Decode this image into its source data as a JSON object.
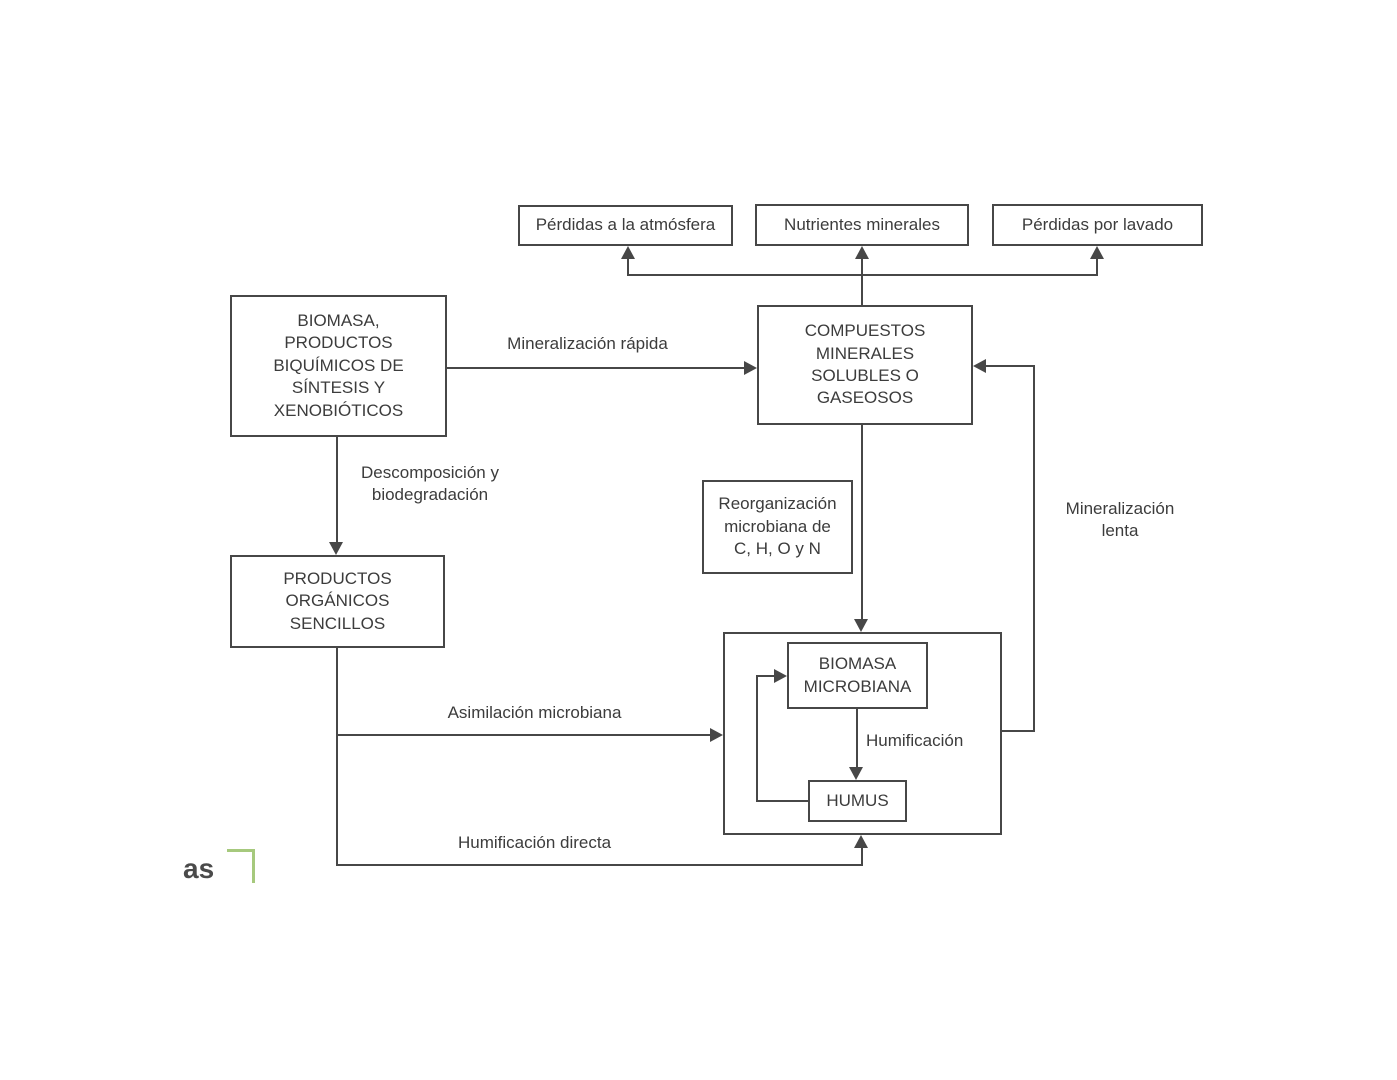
{
  "colors": {
    "line": "#474747",
    "text": "#3c3c3c",
    "watermark_green": "#a6c97d",
    "background": "#ffffff"
  },
  "nodes": {
    "perdidas_atmosfera": {
      "label": "Pérdidas a la atmósfera"
    },
    "nutrientes_minerales": {
      "label": "Nutrientes minerales"
    },
    "perdidas_lavado": {
      "label": "Pérdidas por lavado"
    },
    "biomasa_productos": {
      "label": "BIOMASA,\nPRODUCTOS\nBIQUÍMICOS DE\nSÍNTESIS Y\nXENOBIÓTICOS"
    },
    "compuestos_minerales": {
      "label": "COMPUESTOS\nMINERALES\nSOLUBLES O\nGASEOSOS"
    },
    "productos_organicos": {
      "label": "PRODUCTOS\nORGÁNICOS\nSENCILLOS"
    },
    "reorganizacion_microbiana": {
      "label": "Reorganización\nmicrobiana de\nC, H, O y N"
    },
    "biomasa_microbiana": {
      "label": "BIOMASA\nMICROBIANA"
    },
    "humus": {
      "label": "HUMUS"
    }
  },
  "edges": {
    "mineralizacion_rapida": {
      "label": "Mineralización rápida"
    },
    "descomposicion_biodegradacion": {
      "label": "Descomposición y\nbiodegradación"
    },
    "asimilacion_microbiana": {
      "label": "Asimilación microbiana"
    },
    "humificacion": {
      "label": "Humificación"
    },
    "humificacion_directa": {
      "label": "Humificación directa"
    },
    "mineralizacion_lenta": {
      "label": "Mineralización\nlenta"
    }
  },
  "watermark": {
    "text": "as"
  }
}
